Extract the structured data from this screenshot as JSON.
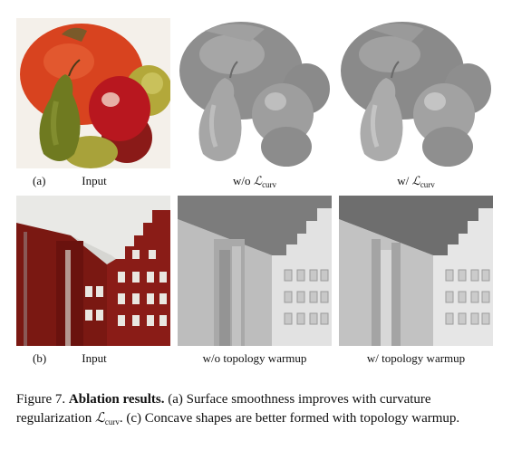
{
  "figure": {
    "row1": {
      "letter": "(a)",
      "input_label": "Input",
      "without_prefix": "w/o ",
      "with_prefix": "w/ ",
      "math_symbol": "ℒ",
      "math_subscript": "curv"
    },
    "row2": {
      "letter": "(b)",
      "input_label": "Input",
      "without_label": "w/o topology warmup",
      "with_label": "w/ topology warmup"
    },
    "caption": {
      "figure_number": "Figure 7.",
      "title": "Ablation results.",
      "text_part1": "(a) Surface smoothness improves with curvature regularization",
      "text_part2": ". (c) Concave shapes are better formed with topology warmup."
    }
  },
  "colors": {
    "pumpkin": "#d8431f",
    "apple_red": "#b8171f",
    "pear_green": "#6f7a20",
    "brick": "#8a1c17",
    "mesh_gray": "#9c9c9c"
  }
}
